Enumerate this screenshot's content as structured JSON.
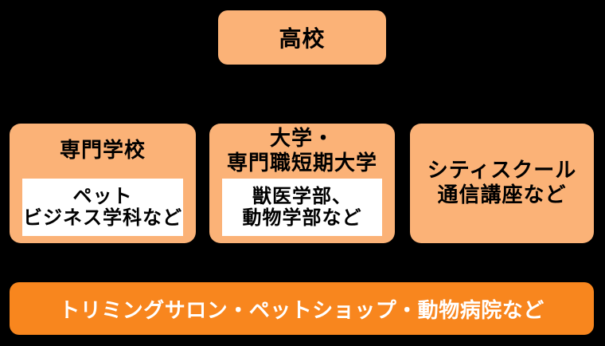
{
  "page": {
    "background": "#000000"
  },
  "colors": {
    "box_light": "#FBB277",
    "box_accent": "#F8861E",
    "panel_white": "#FFFFFF",
    "text_dark": "#000000",
    "text_light": "#FFFFFF"
  },
  "flowchart": {
    "top_box": {
      "label": "高校"
    },
    "middle_boxes": [
      {
        "title_lines": [
          "専門学校"
        ],
        "panel_lines": [
          "ペット",
          "ビジネス学科など"
        ]
      },
      {
        "title_lines": [
          "大学・",
          "専門職短期大学"
        ],
        "panel_lines": [
          "獣医学部、",
          "動物学部など"
        ]
      },
      {
        "title_lines": [
          "シティスクール",
          "通信講座など"
        ],
        "panel_lines": []
      }
    ],
    "bottom_box": {
      "label": "トリミングサロン・ペットショップ・動物病院など"
    }
  }
}
